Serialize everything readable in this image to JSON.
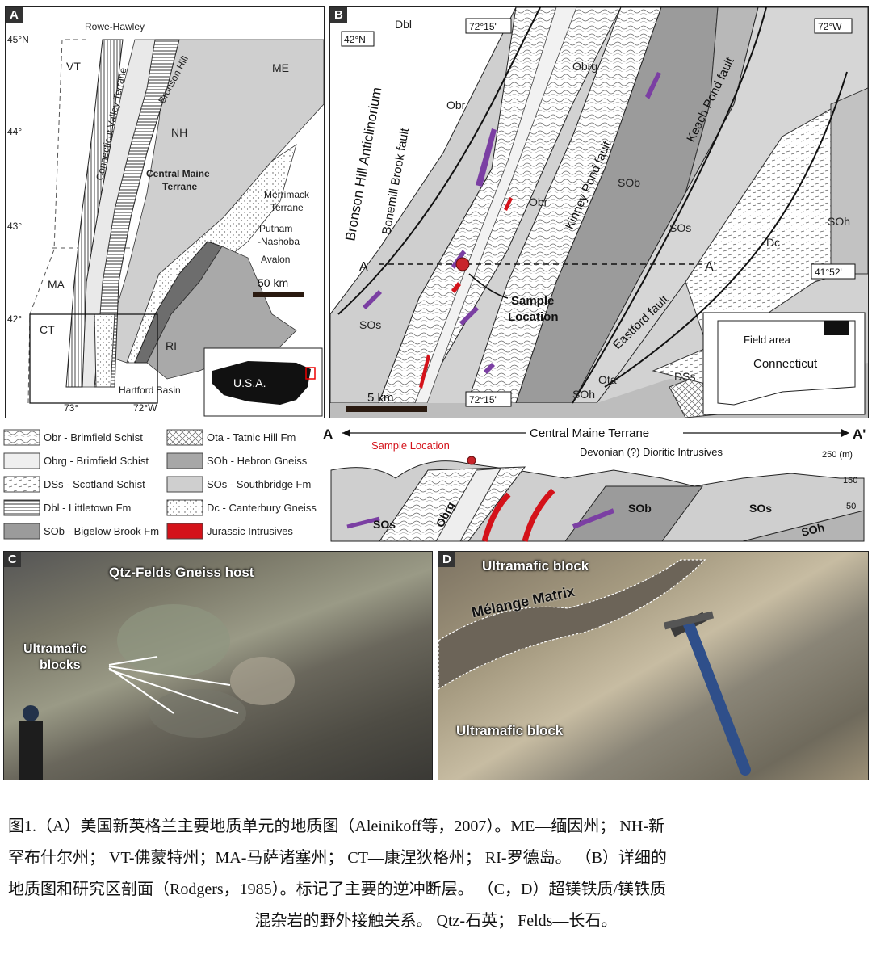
{
  "panelA": {
    "label": "A",
    "lat_ticks": [
      "45°N",
      "44°",
      "43°",
      "42°"
    ],
    "lon_ticks": [
      "73°",
      "72°W"
    ],
    "regions": {
      "VT": "VT",
      "NH": "NH",
      "ME": "ME",
      "MA": "MA",
      "CT": "CT",
      "RI": "RI"
    },
    "terranes": {
      "rowe": "Rowe-Hawley",
      "cvt": "Connecticut Valley Terrane",
      "bronson": "Bronson Hill",
      "cmt1": "Central Maine",
      "cmt2": "Terrane",
      "merr1": "Merrimack",
      "merr2": "Terrane",
      "put1": "Putnam",
      "put2": "-Nashoba",
      "avalon": "Avalon",
      "hartford": "Hartford Basin"
    },
    "scale": "50 km",
    "inset": "U.S.A."
  },
  "panelB": {
    "label": "B",
    "corners": {
      "tl": "42°N",
      "tr": "72°W",
      "top": "72°15'",
      "bottom": "72°15'",
      "right": "41°52'"
    },
    "units": [
      "Dbl",
      "Obrg",
      "Obr",
      "Obr",
      "SOb",
      "SOs",
      "SOs",
      "SOh",
      "Dc",
      "SOh",
      "Ota",
      "DSs"
    ],
    "faults": {
      "bba": "Bronson Hill Anticlinorium",
      "bbf": "Bonemill Brook fault",
      "kinney": "Kinney Pond fault",
      "keach": "Keach Pond fault",
      "eastford": "Eastford fault"
    },
    "section_a": "A",
    "section_a2": "A'",
    "sample1": "Sample",
    "sample2": "Location",
    "scale": "5 km",
    "inset_field": "Field area",
    "inset_state": "Connecticut"
  },
  "legend": [
    {
      "text": "Obr - Brimfield Schist",
      "fill": "url(#pContour)"
    },
    {
      "text": "Ota - Tatnic Hill Fm",
      "fill": "url(#pCross)"
    },
    {
      "text": "Obrg - Brimfield Schist",
      "fill": "#efefef"
    },
    {
      "text": "SOh - Hebron Gneiss",
      "fill": "#a7a7a7"
    },
    {
      "text": "DSs - Scotland Schist",
      "fill": "url(#pDash)"
    },
    {
      "text": "SOs - Southbridge Fm",
      "fill": "#cfcfcf"
    },
    {
      "text": "Dbl - Littletown Fm",
      "fill": "url(#pHoriz)"
    },
    {
      "text": "Dc - Canterbury Gneiss",
      "fill": "url(#pDot)"
    },
    {
      "text": "SOb - Bigelow Brook Fm",
      "fill": "#9b9b9b"
    },
    {
      "text": "Jurassic Intrusives",
      "fill": "#d4121a"
    }
  ],
  "section": {
    "a": "A",
    "a2": "A'",
    "title": "Central Maine Terrane",
    "sample": "Sample Location",
    "devonian": "Devonian (?) Dioritic Intrusives",
    "units": [
      "SOs",
      "Obrg",
      "SOb",
      "SOs",
      "SOh"
    ],
    "elev": [
      "250 (m)",
      "150",
      "50"
    ]
  },
  "panelC": {
    "label": "C",
    "host": "Qtz-Felds Gneiss host",
    "blocks1": "Ultramafic",
    "blocks2": "blocks"
  },
  "panelD": {
    "label": "D",
    "top": "Ultramafic block",
    "matrix": "Mélange Matrix",
    "bottom": "Ultramafic block"
  },
  "caption": {
    "line1": "图1.（A）美国新英格兰主要地质单元的地质图（Aleinikoff等，2007）。ME—缅因州； NH-新",
    "line2": "罕布什尔州； VT-佛蒙特州；MA-马萨诸塞州； CT—康涅狄格州； RI-罗德岛。 （B）详细的",
    "line3": "地质图和研究区剖面（Rodgers，1985）。标记了主要的逆冲断层。 （C，D）超镁铁质/镁铁质",
    "line4": "混杂岩的野外接触关系。 Qtz-石英； Felds—长石。"
  }
}
